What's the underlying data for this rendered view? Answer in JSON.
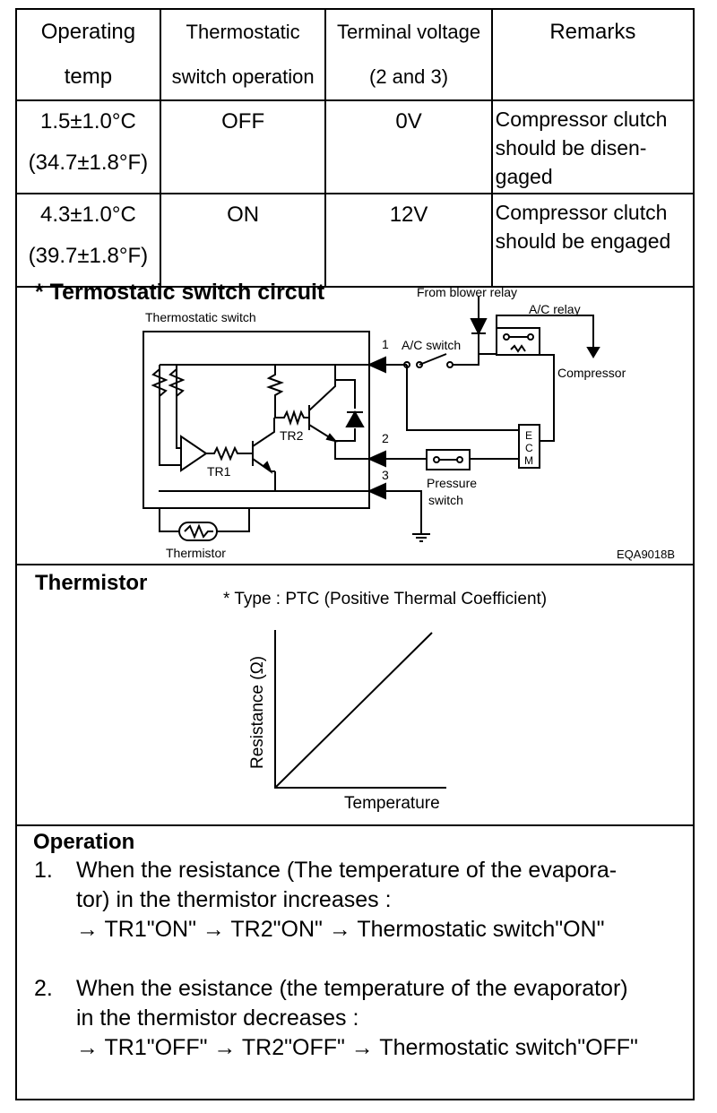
{
  "table": {
    "headers": [
      [
        "Operating",
        "temp"
      ],
      [
        "Thermostatic",
        "switch operation"
      ],
      [
        "Terminal voltage",
        "(2 and 3)"
      ],
      [
        "Remarks"
      ]
    ],
    "rows": [
      {
        "temp": [
          "1.5±1.0°C",
          "(34.7±1.8°F)"
        ],
        "operation": "OFF",
        "voltage": "0V",
        "remarks": [
          "Compressor clutch",
          "should be disen-",
          "gaged"
        ]
      },
      {
        "temp": [
          "4.3±1.0°C",
          "(39.7±1.8°F)"
        ],
        "operation": "ON",
        "voltage": "12V",
        "remarks": [
          "Compressor clutch",
          "should be engaged"
        ]
      }
    ]
  },
  "circuit": {
    "title": "* Termostatic switch circuit",
    "labels": {
      "thermostatic_switch": "Thermostatic switch",
      "from_blower_relay": "From blower relay",
      "ac_relay": "A/C relay",
      "ac_switch": "A/C switch",
      "compressor": "Compressor",
      "tr1": "TR1",
      "tr2": "TR2",
      "ecm": [
        "E",
        "C",
        "M"
      ],
      "pressure_switch": [
        "Pressure",
        "switch"
      ],
      "thermistor": "Thermistor",
      "terminal_1": "1",
      "terminal_2": "2",
      "terminal_3": "3",
      "figure_code": "EQA9018B"
    }
  },
  "thermistor": {
    "title": "Thermistor",
    "type_note": "* Type : PTC (Positive Thermal Coefficient)",
    "ylabel": "Resistance (Ω)",
    "xlabel": "Temperature"
  },
  "operation": {
    "title": "Operation",
    "items": [
      {
        "num": "1.",
        "lines": [
          "When the resistance (The temperature of the evapora-",
          "tor) in the thermistor increases :",
          "→  TR1\"ON\" → TR2\"ON\" → Thermostatic switch\"ON\""
        ]
      },
      {
        "num": "2.",
        "lines": [
          "When the esistance (the temperature of the evaporator)",
          "in the thermistor decreases :",
          "→ TR1\"OFF\" → TR2\"OFF\" → Thermostatic switch\"OFF\""
        ]
      }
    ]
  }
}
